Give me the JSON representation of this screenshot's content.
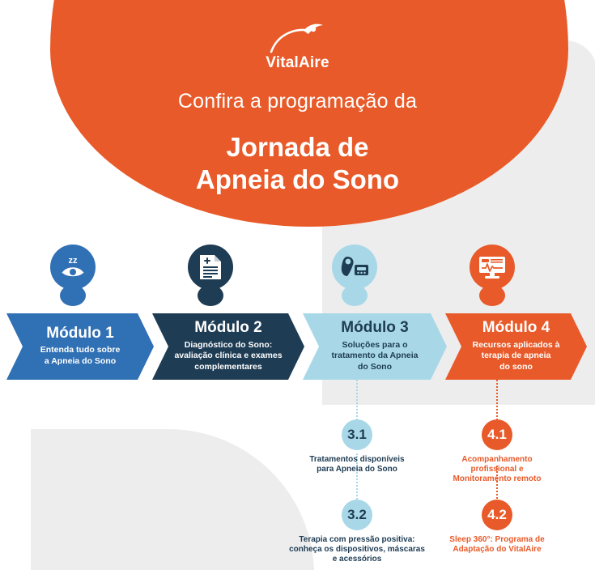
{
  "brand": {
    "logo_name": "vitalaire-logo",
    "logo_text": "VitalAire",
    "orange": "#e85a29",
    "navy": "#1e3c54",
    "blue": "#3070b4",
    "light_blue": "#a8d8e8",
    "gray": "#ededed"
  },
  "header": {
    "kicker": "Confira a programação da",
    "title_line1": "Jornada de",
    "title_line2": "Apneia do Sono"
  },
  "modules": [
    {
      "icon": "sleeping-eye-zz-icon",
      "title": "Módulo 1",
      "desc": "Entenda tudo sobre\na Apneia do Sono",
      "desc_line1": "Entenda tudo sobre",
      "desc_line2": "a Apneia do Sono",
      "desc_line3": "",
      "bg": "#3070b4",
      "pin_bg": "#3070b4",
      "text_color": "#ffffff"
    },
    {
      "icon": "medical-document-icon",
      "title": "Módulo 2",
      "desc": "Diagnóstico do Sono: avaliação clínica e exames complementares",
      "desc_line1": "Diagnóstico do Sono:",
      "desc_line2": "avaliação clínica e exames",
      "desc_line3": "complementares",
      "bg": "#1e3c54",
      "pin_bg": "#1e3c54",
      "text_color": "#ffffff"
    },
    {
      "icon": "cpap-machine-mask-icon",
      "title": "Módulo 3",
      "desc": "Soluções para o tratamento da Apneia do Sono",
      "desc_line1": "Soluções para o",
      "desc_line2": "tratamento da Apneia",
      "desc_line3": "do Sono",
      "bg": "#a8d8e8",
      "pin_bg": "#a8d8e8",
      "text_color": "#1e3c54"
    },
    {
      "icon": "monitor-waveform-icon",
      "title": "Módulo 4",
      "desc": "Recursos aplicados à terapia de apneia do sono",
      "desc_line1": "Recursos aplicados à",
      "desc_line2": "terapia de apneia",
      "desc_line3": "do sono",
      "bg": "#e85a29",
      "pin_bg": "#e85a29",
      "text_color": "#ffffff"
    }
  ],
  "subitems": [
    {
      "number": "3.1",
      "line1": "Tratamentos disponíveis",
      "line2": "para Apneia do Sono",
      "line3": "",
      "circle_bg": "#a8d8e8",
      "number_color": "#1e3c54",
      "text_color": "#1e3c54"
    },
    {
      "number": "3.2",
      "line1": "Terapia com pressão positiva:",
      "line2": "conheça os dispositivos, máscaras",
      "line3": "e acessórios",
      "circle_bg": "#a8d8e8",
      "number_color": "#1e3c54",
      "text_color": "#1e3c54"
    },
    {
      "number": "4.1",
      "line1": "Acompanhamento",
      "line2": "profissional e",
      "line3": "Monitoramento remoto",
      "circle_bg": "#e85a29",
      "number_color": "#ffffff",
      "text_color": "#e85a29"
    },
    {
      "number": "4.2",
      "line1": "Sleep 360°: Programa de",
      "line2": "Adaptação do VitalAire",
      "line3": "",
      "circle_bg": "#e85a29",
      "number_color": "#ffffff",
      "text_color": "#e85a29"
    }
  ]
}
